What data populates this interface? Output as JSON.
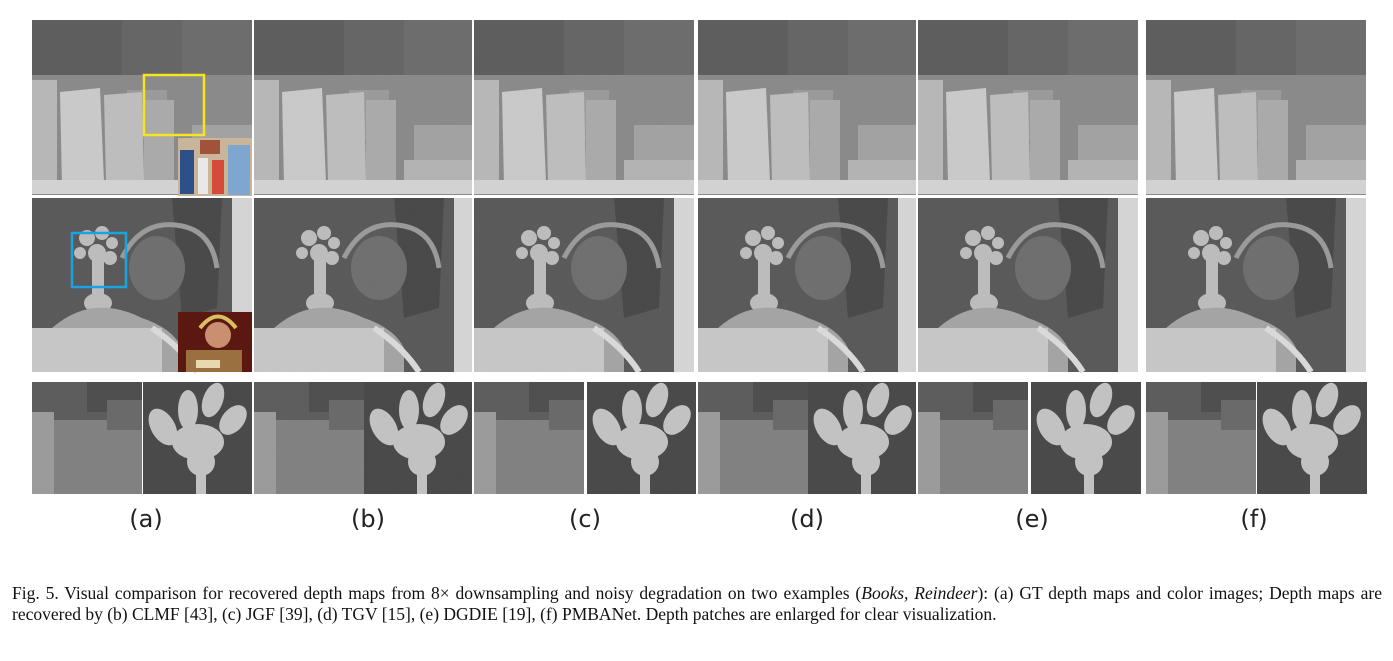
{
  "figure": {
    "panel_labels": [
      "(a)",
      "(b)",
      "(c)",
      "(d)",
      "(e)",
      "(f)"
    ],
    "rows": [
      "Books",
      "Reindeer"
    ]
  },
  "caption": {
    "prefix": "Fig. 5.  Visual comparison for recovered depth maps from 8× downsampling and noisy degradation on two examples (",
    "examples": "Books, Reindeer",
    "suffix": "): (a) GT depth maps and color images; Depth maps are recovered by (b) CLMF [43], (c) JGF [39], (d) TGV [15], (e) DGDIE [19], (f) PMBANet. Depth patches are enlarged for clear visualization."
  },
  "colors": {
    "yellow_box": "#f5e51e",
    "blue_box": "#1aa3e0"
  }
}
